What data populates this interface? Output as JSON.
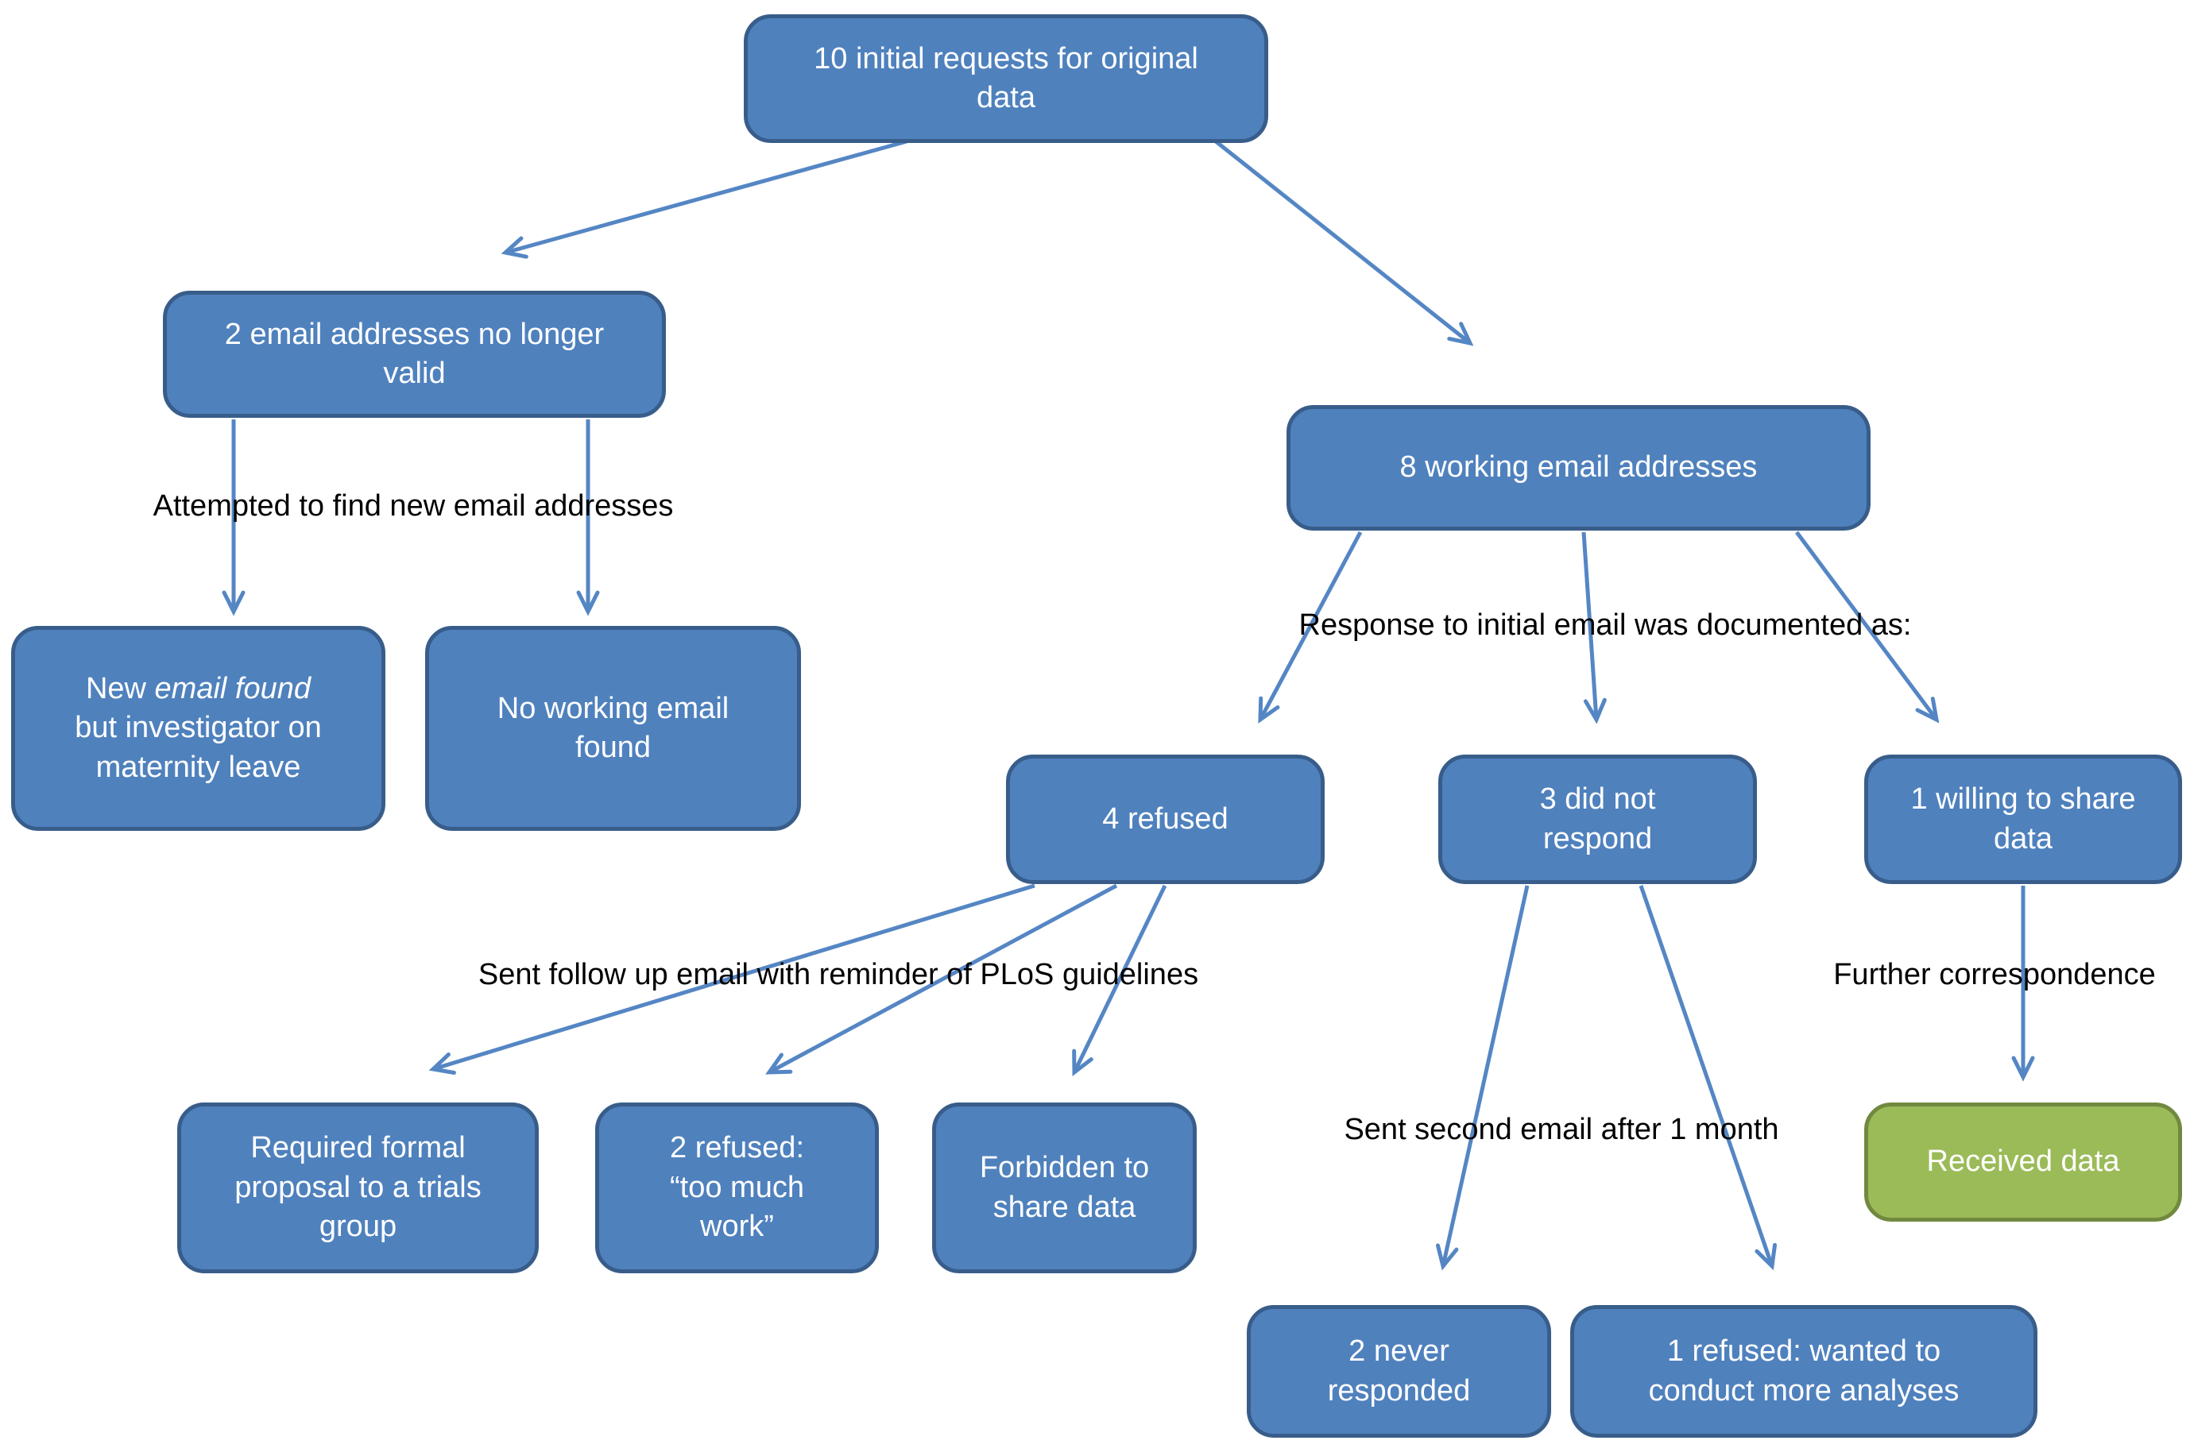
{
  "colors": {
    "node_fill": "#4F81BD",
    "node_border": "#385D8A",
    "success_fill": "#9BBB59",
    "success_border": "#71893F",
    "arrow": "#5586C4",
    "node_text": "#FFFFFF",
    "label_text": "#000000"
  },
  "nodes": {
    "root": {
      "text": "10 initial requests for original\ndata"
    },
    "invalid_emails": {
      "text": "2 email addresses no longer\nvalid"
    },
    "working_emails": {
      "text": "8 working email addresses"
    },
    "new_email_found": {
      "pre": "New ",
      "italic": "email found",
      "post": "\nbut investigator on\nmaternity leave"
    },
    "no_working_email": {
      "text": "No working email\nfound"
    },
    "refused": {
      "text": "4 refused"
    },
    "did_not_respond": {
      "text": "3 did not\nrespond"
    },
    "willing_to_share": {
      "text": "1 willing to share\ndata"
    },
    "formal_proposal": {
      "text": "Required formal\nproposal to a trials\ngroup"
    },
    "too_much_work": {
      "text": "2 refused:\n“too much\nwork”"
    },
    "forbidden": {
      "text": "Forbidden to\nshare data"
    },
    "never_responded": {
      "text": "2 never\nresponded"
    },
    "refused_analyses": {
      "text": "1 refused: wanted to\nconduct more analyses"
    },
    "received_data": {
      "text": "Received data"
    }
  },
  "labels": {
    "attempted": "Attempted to find new email addresses",
    "response_documented": "Response to initial email was documented as:",
    "follow_up": "Sent follow up email with reminder of PLoS guidelines",
    "second_email": "Sent second email after 1 month",
    "further_correspondence": "Further correspondence"
  }
}
